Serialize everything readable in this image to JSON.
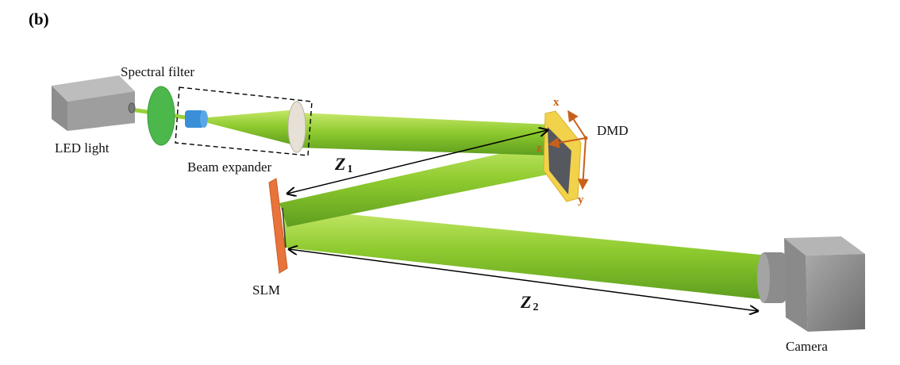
{
  "panel_label": "(b)",
  "labels": {
    "spectral_filter": "Spectral filter",
    "led_light": "LED light",
    "beam_expander": "Beam expander",
    "dmd": "DMD",
    "slm": "SLM",
    "camera": "Camera"
  },
  "distances": {
    "z1": {
      "symbol": "Z",
      "subscript": "1"
    },
    "z2": {
      "symbol": "Z",
      "subscript": "2"
    }
  },
  "axes": {
    "x": "x",
    "y": "y",
    "z": "z"
  },
  "colors": {
    "beam": "#8cc63f",
    "axis": "#c8601a",
    "filter": "#4cb84c",
    "slm": "#e8743b",
    "dmd_frame": "#f2d24a"
  }
}
